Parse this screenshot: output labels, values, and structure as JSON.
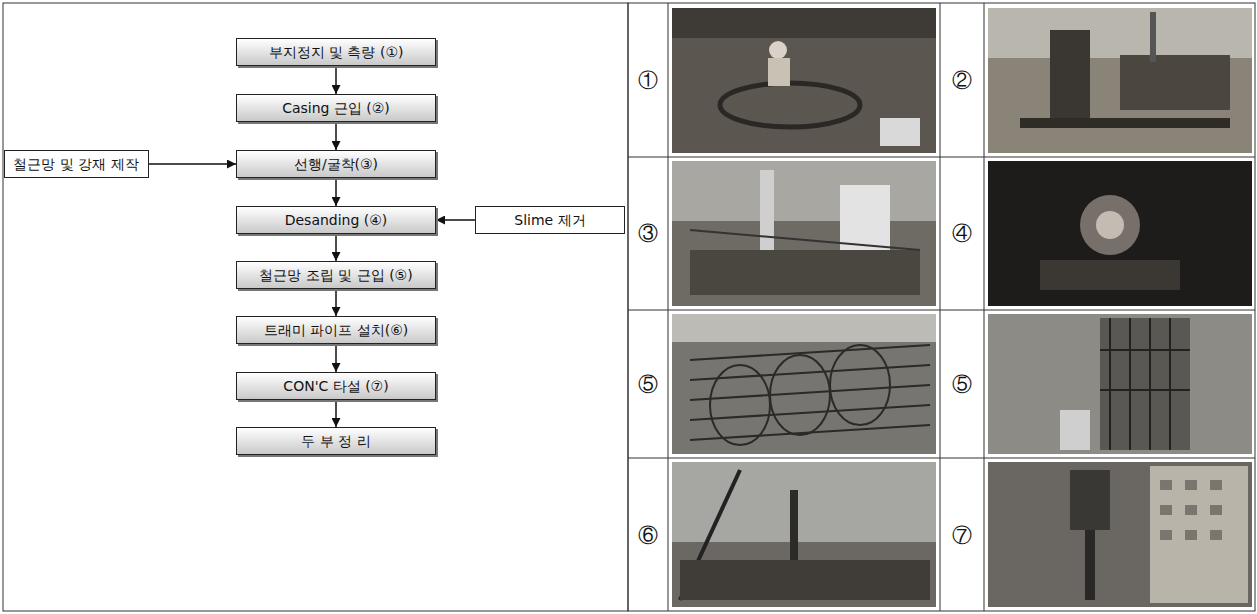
{
  "diagram": {
    "nodes": [
      {
        "text": [
          "부지정지 및 측량 (①)"
        ]
      },
      {
        "text": [
          "Casing 근입 (②)"
        ]
      },
      {
        "text": [
          "철근망 및 강재 제작"
        ]
      },
      {
        "text": [
          "선행/굴착(③)"
        ]
      },
      {
        "text": [
          "Desanding (④)"
        ]
      },
      {
        "text": [
          "Slime 제거"
        ]
      },
      {
        "text": [
          "철근망 조립 및 근입 (⑤)"
        ]
      },
      {
        "text": [
          "트래미 파이프 설치(⑥)"
        ]
      },
      {
        "text": [
          "CON'C 타설 (⑦)"
        ]
      },
      {
        "text": [
          "두 부 정 리"
        ]
      }
    ],
    "edges": [
      {
        "from": 0,
        "to": 1,
        "arrow": "to"
      },
      {
        "from": 1,
        "to": 3,
        "arrow": "to"
      },
      {
        "from": 2,
        "to": 3,
        "arrow": "to"
      },
      {
        "from": 3,
        "to": 4,
        "arrow": "to"
      },
      {
        "from": 5,
        "to": 4,
        "arrow": "to"
      },
      {
        "from": 4,
        "to": 6,
        "arrow": "to"
      },
      {
        "from": 6,
        "to": 7,
        "arrow": "to"
      },
      {
        "from": 7,
        "to": 8,
        "arrow": "to"
      },
      {
        "from": 8,
        "to": 9,
        "arrow": "to"
      }
    ],
    "labels": [
      "①",
      "②",
      "③",
      "④",
      "⑤",
      "⑤",
      "⑥",
      "⑦"
    ]
  }
}
